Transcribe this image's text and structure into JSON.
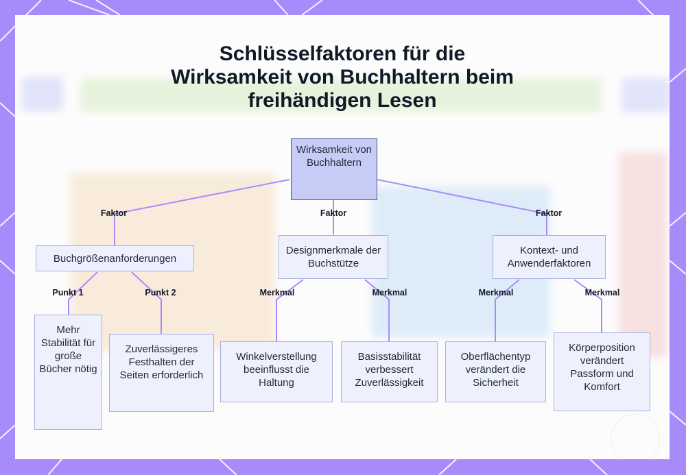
{
  "title_lines": [
    "Schlüsselfaktoren für die",
    "Wirksamkeit von Buchhaltern beim",
    "freihändigen Lesen"
  ],
  "nodes": {
    "root": "Wirksamkeit von Buchhaltern",
    "book_size": "Buchgrößenanforderungen",
    "design": "Designmerkmale der Buchstütze",
    "context": "Kontext- und Anwenderfaktoren",
    "stability": "Mehr Stabilität für große Bücher nötig",
    "page_hold": "Zuverlässigeres Festhalten der Seiten erforderlich",
    "angle": "Winkelverstellung beeinflusst die Haltung",
    "base": "Basisstabilität verbessert Zuverlässigkeit",
    "surface": "Oberflächentyp verändert die Sicherheit",
    "posture": "Körperposition verändert Passform und Komfort"
  },
  "edge_labels": {
    "factor": "Faktor",
    "point1": "Punkt 1",
    "point2": "Punkt 2",
    "feature": "Merkmal"
  },
  "colors": {
    "background": "#a78bfa",
    "edge": "#a78bfa",
    "node_fill": "#eef0fd",
    "node_border": "#a5aee6",
    "root_fill": "#c7ccf7",
    "root_border": "#4b4f8c"
  }
}
